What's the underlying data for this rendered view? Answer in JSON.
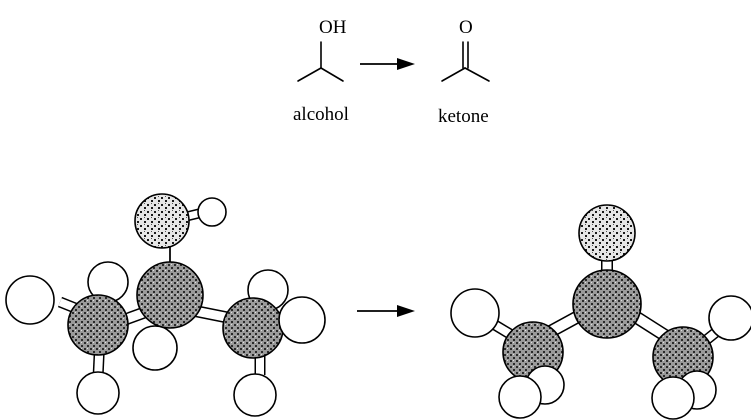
{
  "top_scheme": {
    "reactant_group": "OH",
    "product_atom": "O",
    "reactant_label": "alcohol",
    "product_label": "ketone"
  },
  "colors": {
    "carbon": "#8c8c8c",
    "oxygen": "#cfcfcf",
    "hydrogen": "#ffffff",
    "ink": "#000000"
  }
}
